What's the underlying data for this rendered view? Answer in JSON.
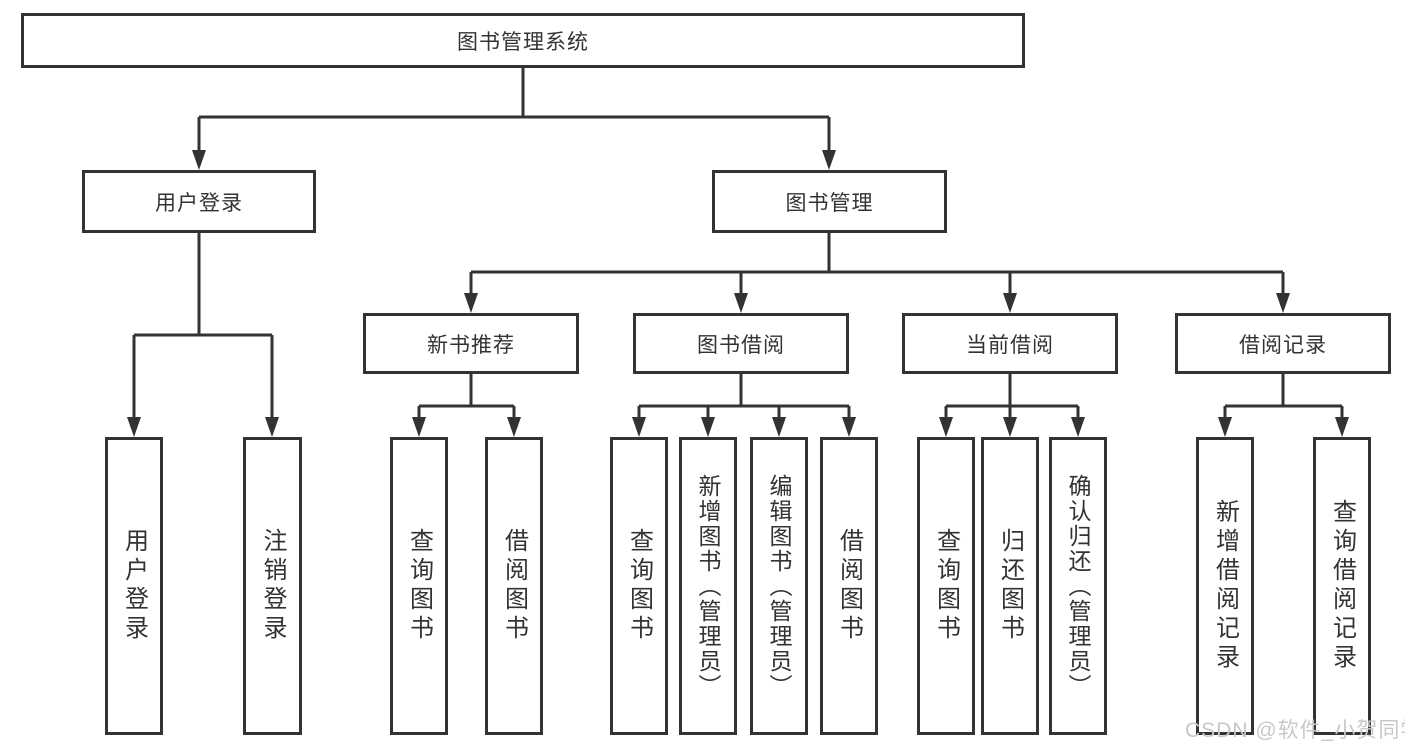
{
  "tree": {
    "root": {
      "label": "图书管理系统"
    },
    "branches": [
      {
        "label": "用户登录",
        "children": [
          {
            "label": "用户登录"
          },
          {
            "label": "注销登录"
          }
        ]
      },
      {
        "label": "图书管理",
        "sections": [
          {
            "label": "新书推荐",
            "children": [
              {
                "label": "查询图书"
              },
              {
                "label": "借阅图书"
              }
            ]
          },
          {
            "label": "图书借阅",
            "children": [
              {
                "label": "查询图书"
              },
              {
                "label": "新增图书（管理员）"
              },
              {
                "label": "编辑图书（管理员）"
              },
              {
                "label": "借阅图书"
              }
            ]
          },
          {
            "label": "当前借阅",
            "children": [
              {
                "label": "查询图书"
              },
              {
                "label": "归还图书"
              },
              {
                "label": "确认归还（管理员）"
              }
            ]
          },
          {
            "label": "借阅记录",
            "children": [
              {
                "label": "新增借阅记录"
              },
              {
                "label": "查询借阅记录"
              }
            ]
          }
        ]
      }
    ]
  },
  "watermark": {
    "text": "CSDN @软件_小贺同学"
  },
  "colors": {
    "line": "#333333",
    "box_border": "#333333",
    "text": "#333333",
    "watermark": "#c8c8c8",
    "background": "#ffffff"
  }
}
